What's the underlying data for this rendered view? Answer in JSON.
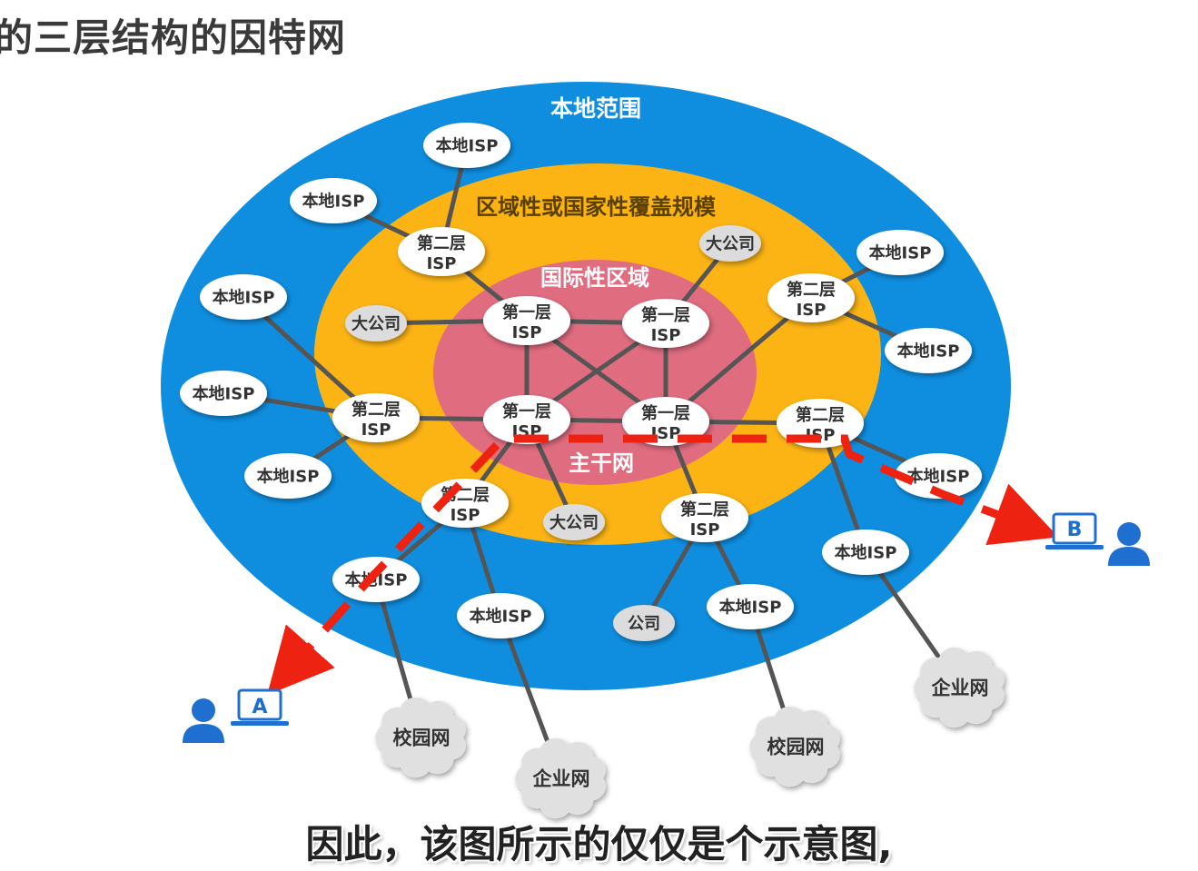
{
  "header": {
    "title": "的三层结构的因特网"
  },
  "caption": {
    "text": "因此，该图所示的仅仅是个示意图,"
  },
  "regions": {
    "local": "本地范围",
    "regional": "区域性或国家性覆盖规模",
    "international": "国际性区域",
    "backbone": "主干网"
  },
  "colors": {
    "local": "#0f8ee0",
    "regional": "#fcb415",
    "international": "#e06c80",
    "node_fill": "#ffffff",
    "company_fill": "#dcdcdc",
    "cloud_fill": "#e0e0e0",
    "link": "#555555",
    "path": "#ee2211",
    "host": "#1f6fd0"
  },
  "nodes": {
    "t1a": {
      "label": [
        "第一层",
        "ISP"
      ]
    },
    "t1b": {
      "label": [
        "第一层",
        "ISP"
      ]
    },
    "t1c": {
      "label": [
        "第一层",
        "ISP"
      ]
    },
    "t1d": {
      "label": [
        "第一层",
        "ISP"
      ]
    },
    "t2a": {
      "label": [
        "第二层",
        "ISP"
      ]
    },
    "t2b": {
      "label": [
        "第二层",
        "ISP"
      ]
    },
    "t2c": {
      "label": [
        "第二层",
        "ISP"
      ]
    },
    "t2d": {
      "label": [
        "第二层",
        "ISP"
      ]
    },
    "t2e": {
      "label": [
        "第二层",
        "ISP"
      ]
    },
    "t2f": {
      "label": [
        "第二层",
        "ISP"
      ]
    },
    "l1": {
      "label": [
        "本地ISP"
      ]
    },
    "l2": {
      "label": [
        "本地ISP"
      ]
    },
    "l3": {
      "label": [
        "本地ISP"
      ]
    },
    "l4": {
      "label": [
        "本地ISP"
      ]
    },
    "l5": {
      "label": [
        "本地ISP"
      ]
    },
    "l6": {
      "label": [
        "本地ISP"
      ]
    },
    "l7": {
      "label": [
        "本地ISP"
      ]
    },
    "l8": {
      "label": [
        "本地ISP"
      ]
    },
    "l9": {
      "label": [
        "本地ISP"
      ]
    },
    "l10": {
      "label": [
        "本地ISP"
      ]
    },
    "l11": {
      "label": [
        "本地ISP"
      ]
    },
    "l12": {
      "label": [
        "本地ISP"
      ]
    },
    "c1": {
      "label": [
        "大公司"
      ]
    },
    "c2": {
      "label": [
        "大公司"
      ]
    },
    "c3": {
      "label": [
        "大公司"
      ]
    },
    "c4": {
      "label": [
        "公司"
      ]
    },
    "k1": {
      "label": [
        "校园网"
      ]
    },
    "k2": {
      "label": [
        "企业网"
      ]
    },
    "k3": {
      "label": [
        "校园网"
      ]
    },
    "k4": {
      "label": [
        "企业网"
      ]
    }
  },
  "hosts": {
    "A": {
      "label": "A"
    },
    "B": {
      "label": "B"
    }
  }
}
